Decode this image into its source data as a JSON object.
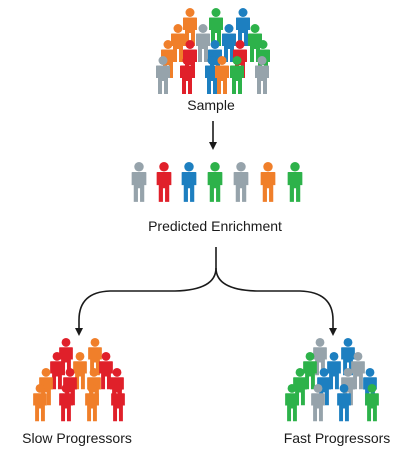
{
  "labels": {
    "sample": "Sample",
    "predicted": "Predicted Enrichment",
    "slow": "Slow Progressors",
    "fast": "Fast Progressors"
  },
  "colors": {
    "red": "#e0202a",
    "blue": "#1d7fc0",
    "green": "#2db24a",
    "orange": "#f07f2a",
    "gray": "#96a3ab",
    "arrow": "#1a1a1a"
  },
  "groups": {
    "sample": [
      "orange",
      "green",
      "blue",
      "orange",
      "gray",
      "blue",
      "green",
      "orange",
      "red",
      "blue",
      "red",
      "green",
      "gray",
      "red",
      "blue",
      "green",
      "gray",
      "orange"
    ],
    "predicted": [
      "gray",
      "red",
      "blue",
      "green",
      "gray",
      "orange",
      "green"
    ],
    "slow": [
      "red",
      "orange",
      "red",
      "orange",
      "red",
      "orange",
      "red",
      "orange",
      "red",
      "orange",
      "red",
      "orange",
      "red"
    ],
    "fast": [
      "gray",
      "blue",
      "green",
      "blue",
      "gray",
      "green",
      "blue",
      "gray",
      "blue",
      "green",
      "gray",
      "blue",
      "green"
    ]
  }
}
